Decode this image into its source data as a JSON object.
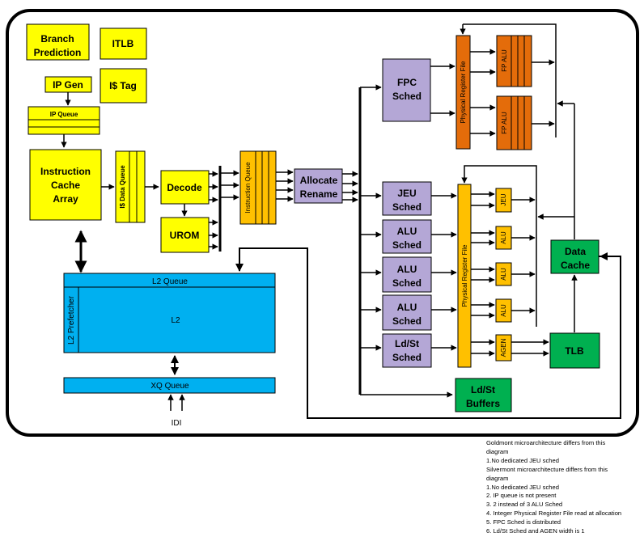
{
  "colors": {
    "yellow": "#ffff00",
    "orange": "#ffc000",
    "purple": "#b4a7d6",
    "blue": "#00b0f0",
    "green": "#00b050",
    "fp_orange": "#e46c0a"
  },
  "frontend": {
    "branch_prediction": [
      "Branch",
      "Prediction"
    ],
    "itlb": "ITLB",
    "ip_gen": "IP Gen",
    "icache_tag": "I$ Tag",
    "ip_queue": "IP Queue",
    "icache_array": [
      "Instruction",
      "Cache",
      "Array"
    ],
    "icache_data_queue": "I$ Data Queue",
    "decode": "Decode",
    "urom": "UROM",
    "instruction_queue": "Instruction Queue",
    "allocate_rename": [
      "Allocate",
      "Rename"
    ]
  },
  "memory": {
    "l2_queue": "L2 Queue",
    "l2_prefetcher": "L2 Prefetcher",
    "l2": "L2",
    "xq_queue": "XQ Queue",
    "idi": "IDI"
  },
  "fp": {
    "fpc_sched": [
      "FPC",
      "Sched"
    ],
    "prf": "Physical Register File",
    "alus": [
      "FP ALU",
      "FP ALU"
    ]
  },
  "int": {
    "scheds": [
      [
        "JEU",
        "Sched"
      ],
      [
        "ALU",
        "Sched"
      ],
      [
        "ALU",
        "Sched"
      ],
      [
        "ALU",
        "Sched"
      ],
      [
        "Ld/St",
        "Sched"
      ]
    ],
    "prf": "Physical Register File",
    "units": [
      "JEU",
      "ALU",
      "ALU",
      "ALU",
      "AGEN"
    ]
  },
  "backend": {
    "data_cache": [
      "Data",
      "Cache"
    ],
    "tlb": "TLB",
    "ldst_buffers": [
      "Ld/St",
      "Buffers"
    ]
  },
  "notes": [
    "Goldmont microarchitecture differs from this",
    "diagram",
    "1.No dedicated JEU sched",
    "Silvermont microarchitecture differs from this",
    "diagram",
    "1.No dedicated JEU sched",
    "2. IP queue is not present",
    "3. 2 instead of 3 ALU Sched",
    "4. Integer Physical Register File read at allocation",
    "5. FPC Sched is distributed",
    "6. Ld/St Sched and AGEN width is 1"
  ]
}
